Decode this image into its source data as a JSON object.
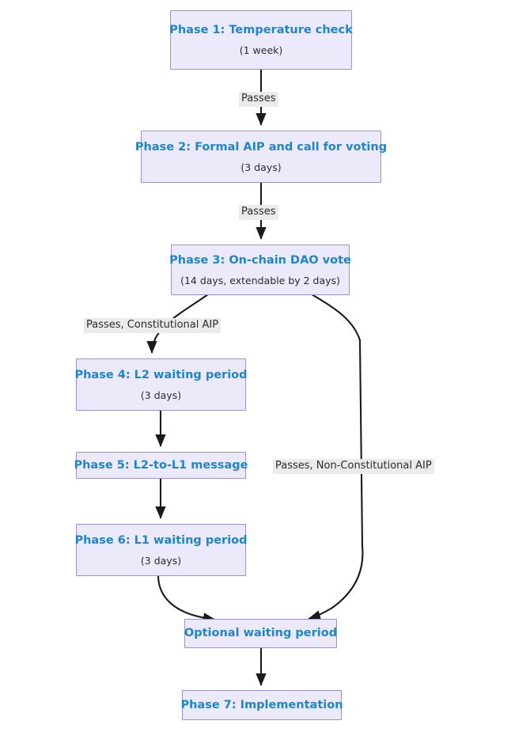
{
  "diagram": {
    "type": "flowchart",
    "direction": "top-to-bottom",
    "background_color": "#ffffff",
    "node_fill_color": "#ECE9FB",
    "node_border_color": "#9B91D4",
    "node_title_color": "#1E86C8",
    "node_subtitle_color": "#2B2B2B",
    "edge_color": "#1A1A1A",
    "edge_label_background": "#EBEBEB",
    "nodes": [
      {
        "id": "phase1",
        "title": "Phase 1: Temperature check",
        "subtitle": "(1 week)"
      },
      {
        "id": "phase2",
        "title": "Phase 2: Formal AIP and call for voting",
        "subtitle": "(3 days)"
      },
      {
        "id": "phase3",
        "title": "Phase 3: On-chain DAO vote",
        "subtitle": "(14 days, extendable by 2 days)"
      },
      {
        "id": "phase4",
        "title": "Phase 4: L2 waiting period",
        "subtitle": "(3 days)"
      },
      {
        "id": "phase5",
        "title": "Phase 5: L2-to-L1 message",
        "subtitle": ""
      },
      {
        "id": "phase6",
        "title": "Phase 6: L1 waiting period",
        "subtitle": "(3 days)"
      },
      {
        "id": "optional",
        "title": "Optional waiting period",
        "subtitle": ""
      },
      {
        "id": "phase7",
        "title": "Phase 7: Implementation",
        "subtitle": ""
      }
    ],
    "edges": [
      {
        "from": "phase1",
        "to": "phase2",
        "label": "Passes"
      },
      {
        "from": "phase2",
        "to": "phase3",
        "label": "Passes"
      },
      {
        "from": "phase3",
        "to": "phase4",
        "label": "Passes, Constitutional AIP"
      },
      {
        "from": "phase3",
        "to": "optional",
        "label": "Passes, Non-Constitutional AIP"
      },
      {
        "from": "phase4",
        "to": "phase5",
        "label": ""
      },
      {
        "from": "phase5",
        "to": "phase6",
        "label": ""
      },
      {
        "from": "phase6",
        "to": "optional",
        "label": ""
      },
      {
        "from": "optional",
        "to": "phase7",
        "label": ""
      }
    ]
  }
}
